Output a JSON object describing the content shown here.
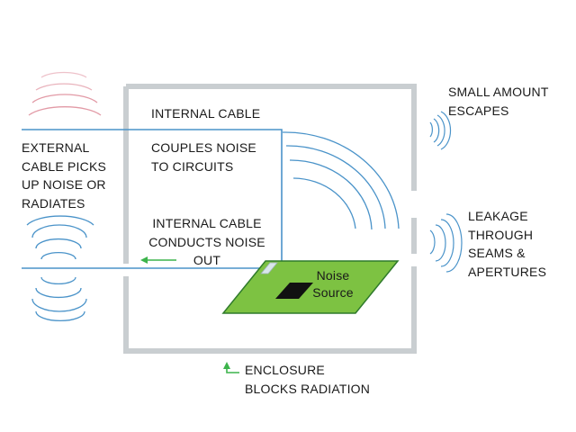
{
  "labels": {
    "internal_cable": "INTERNAL CABLE",
    "couples_noise": "COUPLES NOISE\nTO CIRCUITS",
    "conducts_noise": "INTERNAL CABLE\nCONDUCTS NOISE\nOUT",
    "external_cable": "EXTERNAL\nCABLE PICKS\nUP NOISE OR\nRADIATES",
    "small_amount": "SMALL AMOUNT\nESCAPES",
    "leakage": "LEAKAGE\nTHROUGH\nSEAMS &\nAPERTURES",
    "enclosure": "ENCLOSURE\nBLOCKS RADIATION",
    "noise_source": "Noise\nSource"
  },
  "colors": {
    "enclosure": "#c9ced1",
    "cable": "#4a93c9",
    "wave": "#4a93c9",
    "wave_red": "#e29aa6",
    "board": "#7dc242",
    "board_edge": "#2f7a2b",
    "arrow": "#3cb44b",
    "chip": "#111111"
  },
  "icons": [
    "left-arrow-icon",
    "up-arrow-icon",
    "radiation-wave-icon"
  ]
}
